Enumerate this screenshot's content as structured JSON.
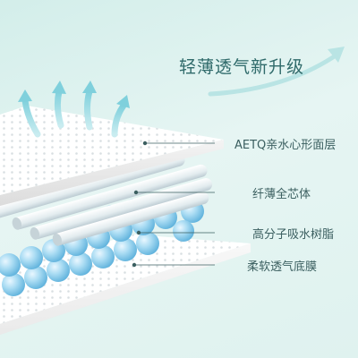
{
  "headline": "轻薄透气新升级",
  "layers": [
    {
      "label": "AETQ亲水心形面层"
    },
    {
      "label": "纤薄全芯体"
    },
    {
      "label": "高分子吸水树脂"
    },
    {
      "label": "柔软透气底膜"
    }
  ],
  "icons": {
    "breath_arrows": "upward-breathability-arrows",
    "progress_arrow": "upgrade-swoosh-arrow"
  },
  "colors": {
    "background": "#dff2ef",
    "accent_teal": "#2f6a6a",
    "sheet_white": "#ffffff",
    "bead_blue": "#9ed3ee"
  }
}
